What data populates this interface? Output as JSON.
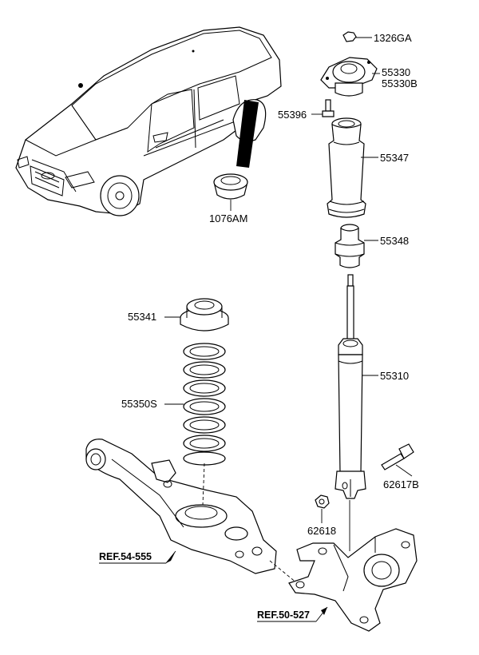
{
  "callouts": {
    "nut_top": "1326GA",
    "mount": "55330",
    "mount_b": "55330B",
    "bolt_small": "55396",
    "dust_cover": "55347",
    "bumper": "55348",
    "spring_pad": "55341",
    "spring": "55350S",
    "shock": "55310",
    "bolt": "62617B",
    "nut": "62618",
    "plug": "1076AM"
  },
  "references": {
    "arm": "REF.54-555",
    "knuckle": "REF.50-527"
  }
}
